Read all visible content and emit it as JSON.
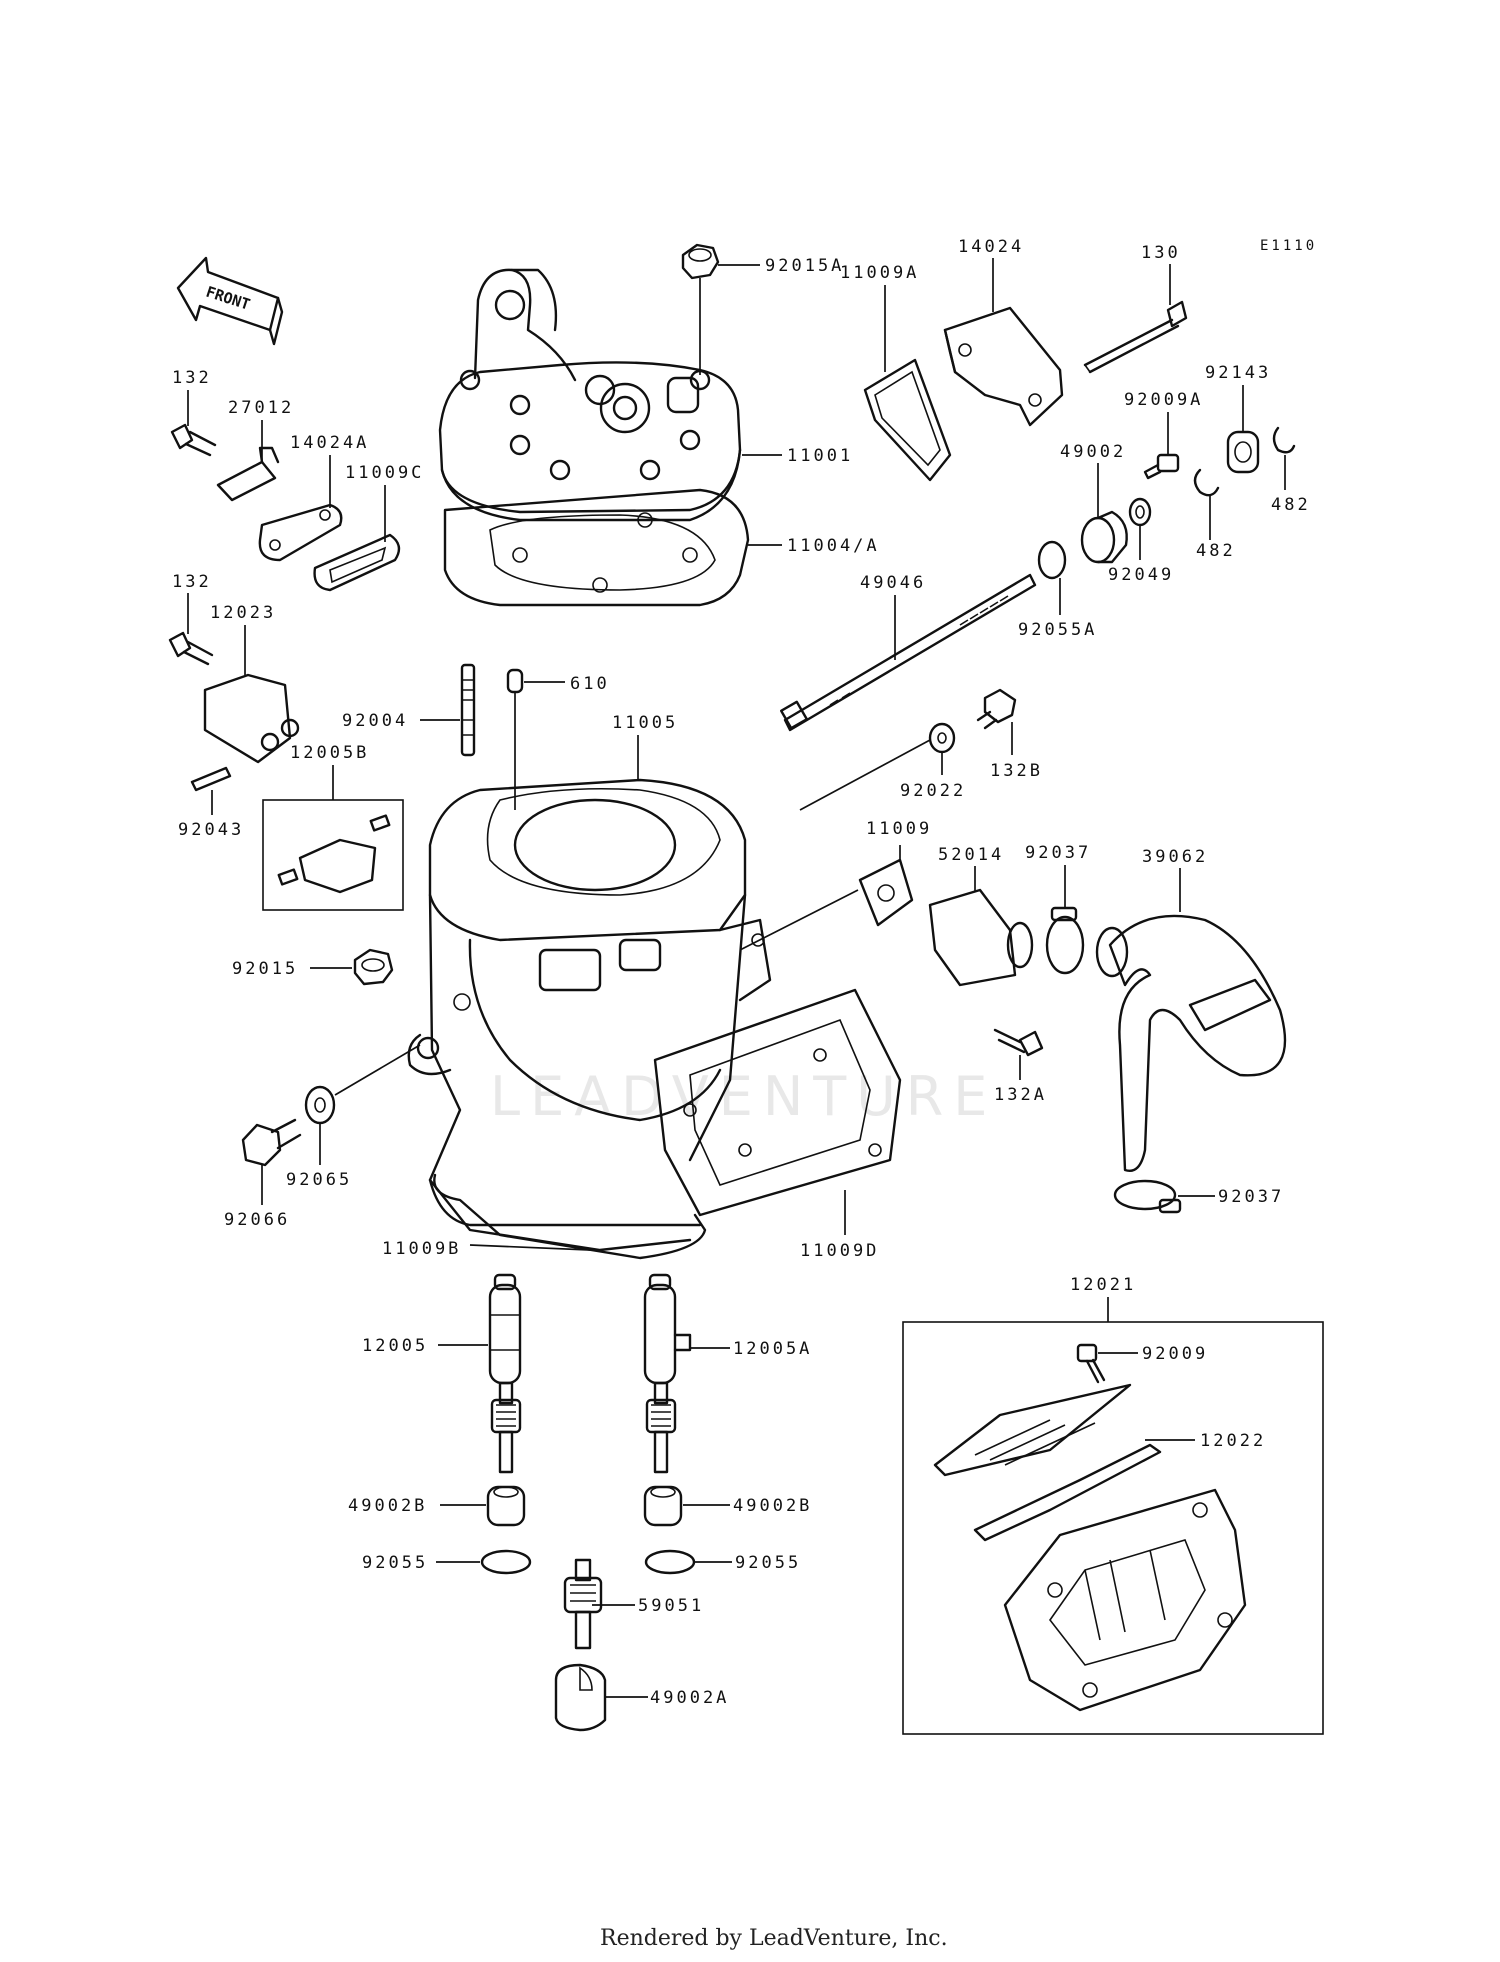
{
  "diagram_ref": "E1110",
  "front_marker": "FRONT",
  "watermark": "LEADVENTURE",
  "footer": "Rendered by LeadVenture, Inc.",
  "labels": {
    "p92015A": "92015A",
    "p14024": "14024",
    "p130": "130",
    "p11009A": "11009A",
    "p132_top": "132",
    "p27012": "27012",
    "p14024A": "14024A",
    "p11009C": "11009C",
    "p11001": "11001",
    "p11004A": "11004/A",
    "p92143": "92143",
    "p92009A": "92009A",
    "p49002": "49002",
    "p482_a": "482",
    "p482_b": "482",
    "p92049": "92049",
    "p92055A": "92055A",
    "p49046": "49046",
    "p132_mid": "132",
    "p12023": "12023",
    "p610": "610",
    "p92004": "92004",
    "p11005": "11005",
    "p12005B": "12005B",
    "p92043": "92043",
    "p92022": "92022",
    "p132B": "132B",
    "p11009": "11009",
    "p52014": "52014",
    "p92037_a": "92037",
    "p39062": "39062",
    "p92015": "92015",
    "p132A": "132A",
    "p92065": "92065",
    "p92066": "92066",
    "p92037_b": "92037",
    "p11009B": "11009B",
    "p11009D": "11009D",
    "p12021": "12021",
    "p12005": "12005",
    "p12005A": "12005A",
    "p92009": "92009",
    "p12022": "12022",
    "p49002B_a": "49002B",
    "p49002B_b": "49002B",
    "p92055_a": "92055",
    "p92055_b": "92055",
    "p59051": "59051",
    "p49002A": "49002A"
  }
}
